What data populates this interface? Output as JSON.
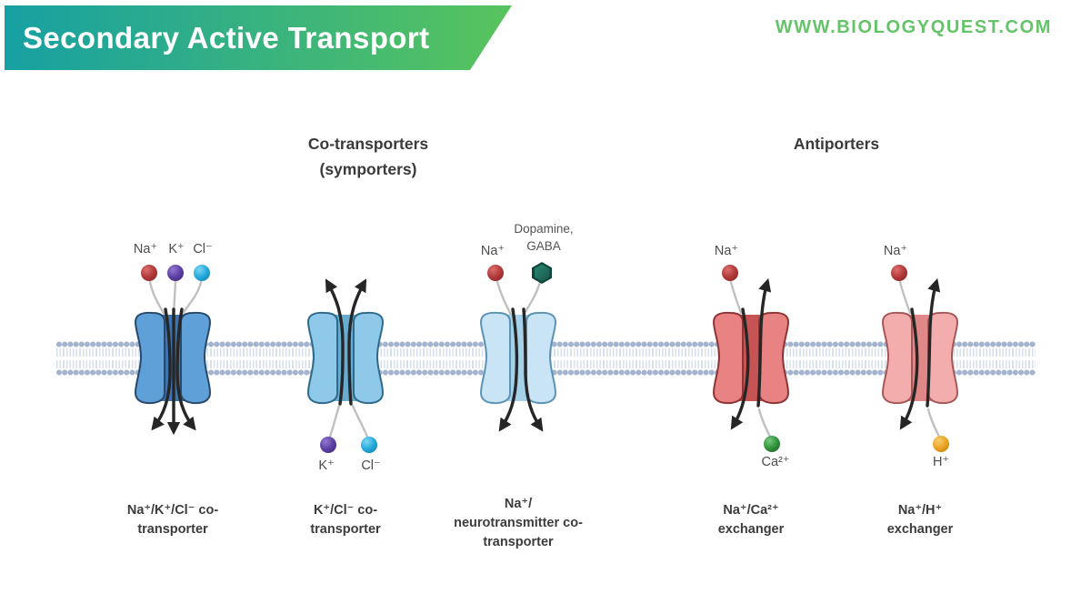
{
  "header": {
    "title": "Secondary Active Transport",
    "website": "WWW.BIOLOGYQUEST.COM",
    "banner_gradient": [
      "#17a0a3",
      "#58c45c"
    ],
    "website_color": "#65c46a"
  },
  "sections": {
    "cotransporters_line1": "Co-transporters",
    "cotransporters_line2": "(symporters)",
    "antiporters": "Antiporters"
  },
  "membrane": {
    "head_color": "#a4b4cf",
    "tail_color": "#d7e1ee"
  },
  "transporters": [
    {
      "name_lines": [
        "Na⁺/K⁺/Cl⁻ co-",
        "transporter"
      ],
      "type": "symporter",
      "direction": "into cell",
      "protein_color": "#5fa0d8",
      "channel_color": "#3d74ae",
      "outline_color": "#27496b",
      "ion_side": "top",
      "ions": [
        {
          "label": "Na⁺",
          "color": "#b13a3a"
        },
        {
          "label": "K⁺",
          "color": "#5c3fa3"
        },
        {
          "label": "Cl⁻",
          "color": "#22a9da"
        }
      ]
    },
    {
      "name_lines": [
        "K⁺/Cl⁻ co-",
        "transporter"
      ],
      "type": "symporter",
      "direction": "out of cell",
      "protein_color": "#8ec9e9",
      "channel_color": "#68abd0",
      "outline_color": "#2f6a8c",
      "ion_side": "bottom",
      "ions": [
        {
          "label": "K⁺",
          "color": "#5c3fa3"
        },
        {
          "label": "Cl⁻",
          "color": "#22a9da"
        }
      ]
    },
    {
      "name_lines": [
        "Na⁺/",
        "neurotransmitter co-",
        "transporter"
      ],
      "type": "symporter",
      "direction": "into cell",
      "protein_color": "#c9e5f5",
      "channel_color": "#a5d1e9",
      "outline_color": "#5b93b5",
      "ion_side": "top",
      "ions": [
        {
          "label": "Na⁺",
          "color": "#b13a3a"
        },
        {
          "label_lines": [
            "Dopamine,",
            "GABA"
          ],
          "shape": "hexagon",
          "color": "#20695c"
        }
      ]
    },
    {
      "name_lines": [
        "Na⁺/Ca²⁺",
        "exchanger"
      ],
      "type": "antiporter",
      "direction": "exchange",
      "protein_color": "#e98383",
      "channel_color": "#c75454",
      "outline_color": "#8e3434",
      "ions": [
        {
          "label": "Na⁺",
          "color": "#b13a3a",
          "side": "top"
        },
        {
          "label": "Ca²⁺",
          "color": "#2f9138",
          "side": "bottom"
        }
      ]
    },
    {
      "name_lines": [
        "Na⁺/H⁺",
        "exchanger"
      ],
      "type": "antiporter",
      "direction": "exchange",
      "protein_color": "#f3adad",
      "channel_color": "#e08888",
      "outline_color": "#a65858",
      "ions": [
        {
          "label": "Na⁺",
          "color": "#b13a3a",
          "side": "top"
        },
        {
          "label": "H⁺",
          "color": "#e9a01f",
          "side": "bottom"
        }
      ]
    }
  ]
}
